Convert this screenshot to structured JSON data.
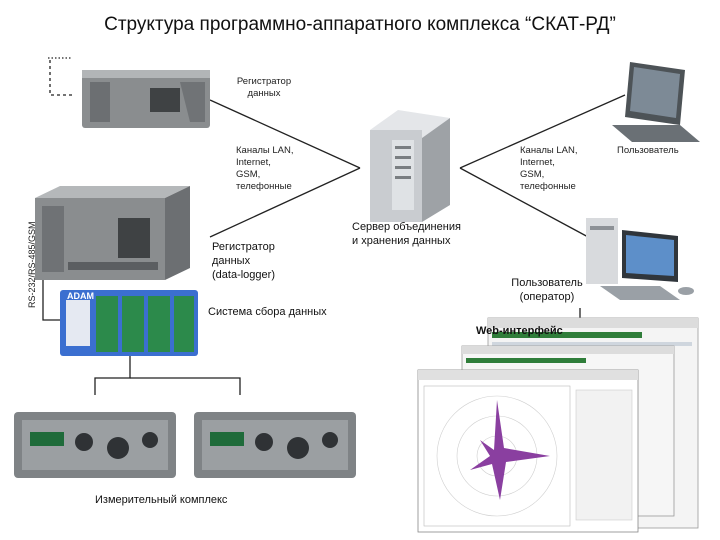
{
  "title": "Структура программно-аппаратного комплекса “СКАТ-РД”",
  "labels": {
    "registrator_top": "Регистратор\nданных",
    "channels_left": "Каналы LAN,\nInternet,\nGSM,\nтелефонные",
    "channels_right": "Каналы LAN,\nInternet,\nGSM,\nтелефонные",
    "user_top": "Пользователь",
    "server": "Сервер объединения\nи хранения данных",
    "registrator_logger": "Регистратор\nданных\n(data-logger)",
    "user_operator": "Пользователь\n(оператор)",
    "web": "Web-интерфейс",
    "acquisition": "Система сбора данных",
    "measuring": "Измерительный комплекс",
    "rs_vertical": "RS-232/RS-485/GSM",
    "adam_brand": "ADAM"
  },
  "colors": {
    "rack": "#8a8d8f",
    "rack_dark": "#5b5e61",
    "adam_blue": "#3b6fd0",
    "adam_module": "#2c8a4b",
    "server": "#c9ccd0",
    "web_window": "#f4f4f4",
    "rose": "#8a3fa0"
  }
}
